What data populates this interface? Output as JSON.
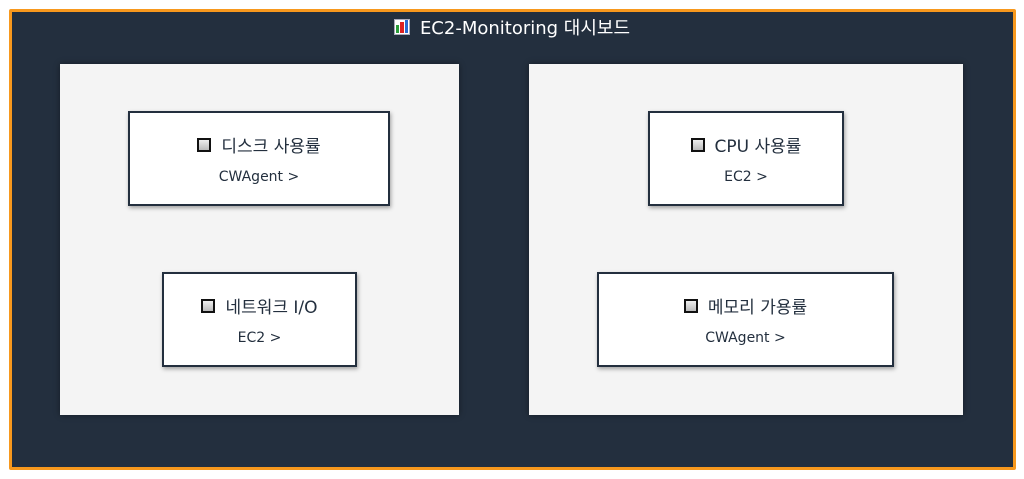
{
  "title": "EC2-Monitoring 대시보드",
  "icons": {
    "title": "bar-chart-icon",
    "card": "square-icon"
  },
  "colors": {
    "border": "#f7981d",
    "background": "#232f3e"
  },
  "cards": [
    {
      "title": "디스크 사용률",
      "link": "CWAgent >"
    },
    {
      "title": "네트워크 I/O",
      "link": "EC2 >"
    },
    {
      "title": "CPU 사용률",
      "link": "EC2 >"
    },
    {
      "title": "메모리 가용률",
      "link": "CWAgent >"
    }
  ]
}
